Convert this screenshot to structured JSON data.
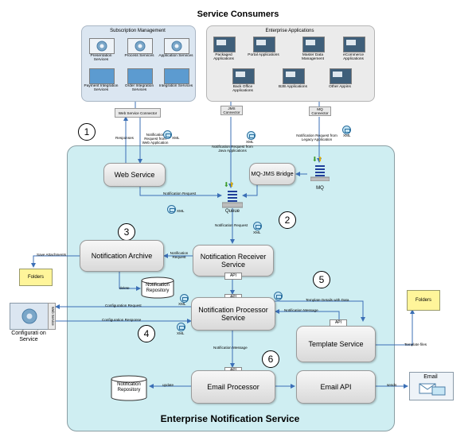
{
  "title": "Service Consumers",
  "subscription_management": {
    "title": "Subscription Management",
    "items": [
      "Presentation Services",
      "Process Services",
      "Application Services",
      "Payment Integration Services",
      "Order Integration Services",
      "Integration Services"
    ]
  },
  "enterprise_applications": {
    "title": "Enterprise Applications",
    "items": [
      "Packaged Applications",
      "Portal Applications",
      "Master Data Management",
      "eCommerce Applications",
      "Back Office Applications",
      "B2B Applications",
      "Other Appins"
    ]
  },
  "connectors": {
    "web_service": "Web Service Connector",
    "jms": "JMS Connector",
    "mq": "MQ Connector"
  },
  "numbers": [
    "1",
    "2",
    "3",
    "4",
    "5",
    "6"
  ],
  "nodes": {
    "web_service": "Web Service",
    "mq_jms_bridge": "MQ-JMS Bridge",
    "mq": "MQ",
    "queue": "Queue",
    "notification_archive": "Notification Archive",
    "notification_receiver": "Notification Receiver Service",
    "notification_repository": "Notification Repository",
    "notification_processor": "Notification Processor Service",
    "template_service": "Template Service",
    "email_processor": "Email Processor",
    "email_api": "Email API",
    "email_repository": "Notification Repository",
    "folders_left": "Folders",
    "folders_right": "Folders",
    "configuration_service": "Configurati on Service",
    "web_service_tag": "Web Service",
    "email": "Email",
    "api": "API"
  },
  "edge_labels": {
    "responses": "Responses",
    "notification_request_web": "Notification Request from Web Application",
    "xml": "XML",
    "notification_request_java": "Notification Request from Java Applications",
    "notification_request_legacy": "Notification Request from Legacy Application",
    "notification_request": "Notification Request",
    "save_attachments": "Save Attachments",
    "delete": "delete",
    "configuration_request": "Configuration Request",
    "configuration_response": "Configuration Response",
    "template_details": "Template Details with Data",
    "notification_message": "Notification Message",
    "template_files": "Template files",
    "update": "update",
    "sends": "sends"
  },
  "footer": "Enterprise Notification Service"
}
